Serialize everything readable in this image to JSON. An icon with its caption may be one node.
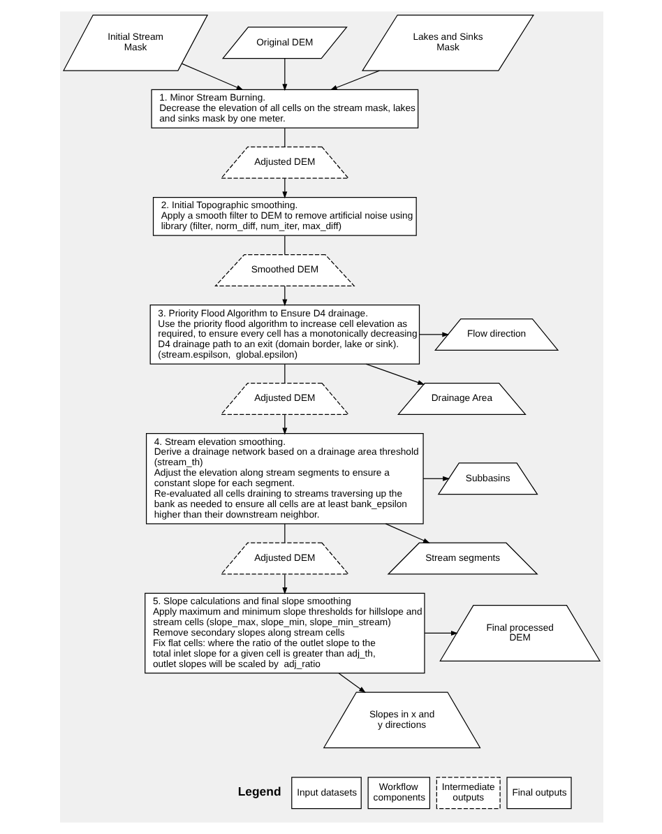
{
  "diagram": {
    "nodes": [
      {
        "text": [
          "Initial Stream Mask"
        ]
      },
      {
        "text": [
          "Original DEM"
        ]
      },
      {
        "text": [
          "Lakes and Sinks Mask"
        ]
      },
      {
        "text": [
          "1. Minor Stream Burning.",
          "Decrease the elevation of all cells on the stream mask, lakes and sinks mask by one meter."
        ]
      },
      {
        "text": [
          "Adjusted DEM"
        ]
      },
      {
        "text": [
          "2. Initial Topographic smoothing.",
          "Apply a smooth filter to DEM to remove artificial noise using library (filter, norm_diff, num_iter, max_diff)"
        ]
      },
      {
        "text": [
          "Smoothed DEM"
        ]
      },
      {
        "text": [
          "3. Priority Flood Algorithm to Ensure D4 drainage.",
          "Use the priority flood algorithm to increase cell elevation as required, to ensure every cell has a monotonically decreasing D4 drainage path to an exit (domain border, lake or sink).",
          "(stream.espilson,  global.epsilon)"
        ]
      },
      {
        "text": [
          "Flow direction"
        ]
      },
      {
        "text": [
          "Drainage Area"
        ]
      },
      {
        "text": [
          "Adjusted DEM"
        ]
      },
      {
        "text": [
          "4. Stream elevation smoothing.",
          "Derive a drainage network based on a drainage area threshold (stream_th)",
          "Adjust the elevation along stream segments to ensure a constant slope for each segment.",
          "Re-evaluated all cells draining to streams traversing up the bank as needed to ensure all cells are at least bank_epsilon higher than their downstream neighbor."
        ]
      },
      {
        "text": [
          "Subbasins"
        ]
      },
      {
        "text": [
          "Stream segments"
        ]
      },
      {
        "text": [
          "Adjusted DEM"
        ]
      },
      {
        "text": [
          "5. Slope calculations and final slope smoothing",
          "Apply maximum and minimum slope thresholds for hillslope and stream cells (slope_max, slope_min, slope_min_stream)",
          "Remove secondary slopes along stream cells",
          "Fix flat cells: where the ratio of the outlet slope to the total inlet slope for a given cell is greater than adj_th, outlet slopes will be scaled by  adj_ratio"
        ]
      },
      {
        "text": [
          "Final processed DEM"
        ]
      },
      {
        "text": [
          "Slopes in x and y directions"
        ]
      }
    ],
    "edges": [
      {
        "from": 0,
        "to": 3,
        "arrow": "to"
      },
      {
        "from": 1,
        "to": 3,
        "arrow": "to"
      },
      {
        "from": 2,
        "to": 3,
        "arrow": "to"
      },
      {
        "from": 3,
        "to": 4,
        "arrow": "none"
      },
      {
        "from": 4,
        "to": 5,
        "arrow": "to"
      },
      {
        "from": 5,
        "to": 6,
        "arrow": "none"
      },
      {
        "from": 6,
        "to": 7,
        "arrow": "to"
      },
      {
        "from": 7,
        "to": 8,
        "arrow": "to"
      },
      {
        "from": 7,
        "to": 9,
        "arrow": "to"
      },
      {
        "from": 7,
        "to": 10,
        "arrow": "none"
      },
      {
        "from": 10,
        "to": 11,
        "arrow": "to"
      },
      {
        "from": 11,
        "to": 12,
        "arrow": "to"
      },
      {
        "from": 11,
        "to": 13,
        "arrow": "to"
      },
      {
        "from": 11,
        "to": 14,
        "arrow": "none"
      },
      {
        "from": 14,
        "to": 15,
        "arrow": "to"
      },
      {
        "from": 15,
        "to": 16,
        "arrow": "to"
      },
      {
        "from": 15,
        "to": 17,
        "arrow": "to"
      }
    ],
    "labels": [
      "Legend"
    ],
    "legend": [
      {
        "text": "Input datasets"
      },
      {
        "text": "Workflow components"
      },
      {
        "text": "Intermediate outputs"
      },
      {
        "text": "Final outputs"
      }
    ]
  }
}
